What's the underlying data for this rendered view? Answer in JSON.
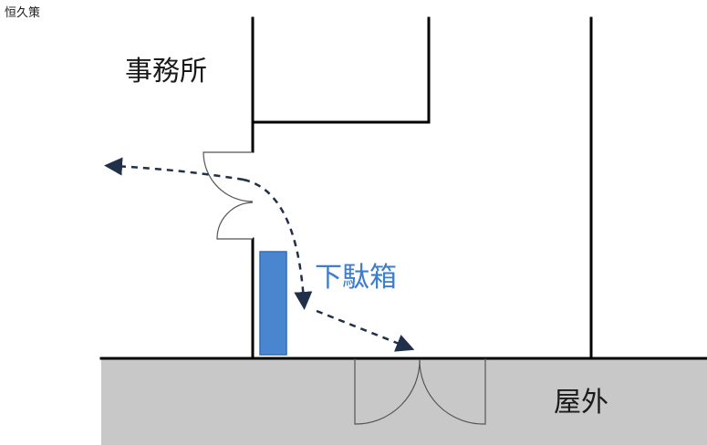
{
  "corner_note": "恒久策",
  "labels": {
    "office": "事務所",
    "shoe_rack": "下駄箱",
    "outside": "屋外"
  },
  "colors": {
    "wall": "#000000",
    "outdoor_ground": "#c8c8c8",
    "shoe_rack_fill": "#4a86cf",
    "shoe_rack_stroke": "#2f6fb7",
    "shoe_rack_label": "#3d7dcb",
    "path_arrow": "#1f3048",
    "door": "#555555"
  },
  "icons": {
    "path_arrow": "dashed-arrow",
    "door": "double-swing-door"
  }
}
